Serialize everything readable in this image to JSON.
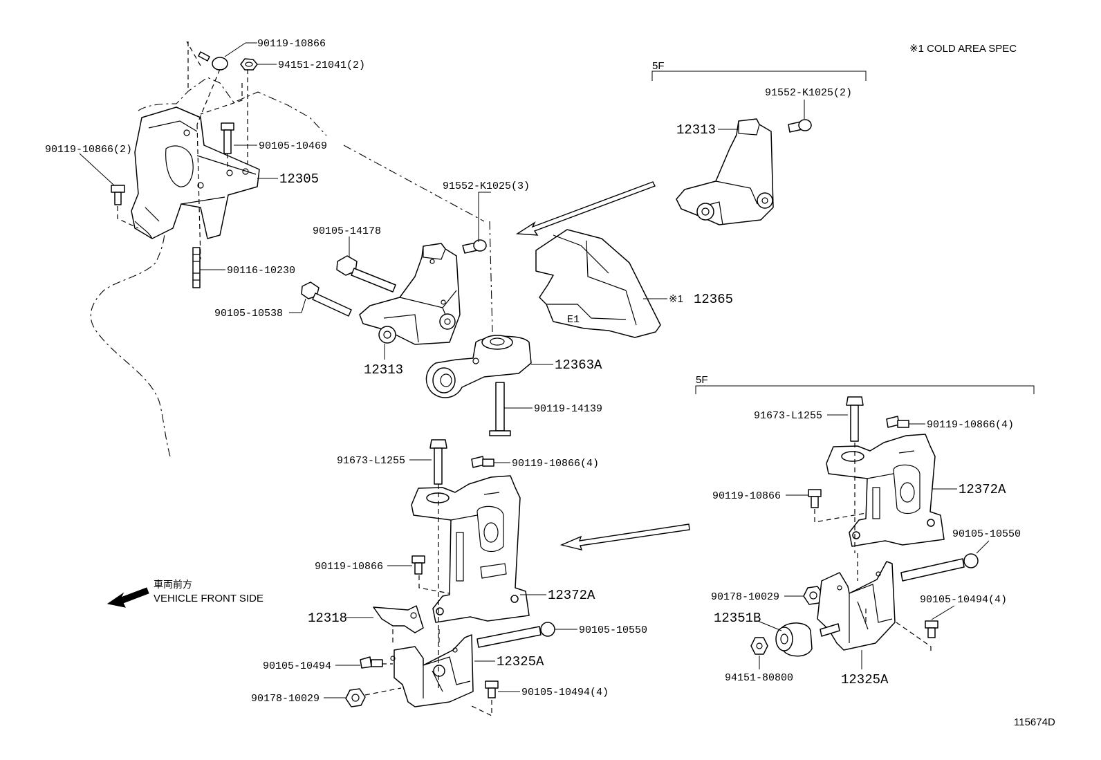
{
  "notes": {
    "cold_area": "※1  COLD AREA SPEC",
    "vehicle_front_jp": "車両前方",
    "vehicle_front_en": "VEHICLE FRONT SIDE",
    "diagram_code": "115674D",
    "bracket_5f": "5F",
    "mark_1": "※1"
  },
  "labels": {
    "p90119_10866_top": "90119-10866",
    "p94151_21041": "94151-21041(2)",
    "p90119_10866_2": "90119-10866(2)",
    "p90105_10469": "90105-10469",
    "p12305": "12305",
    "p90116_10230": "90116-10230",
    "p91552_k1025_3": "91552-K1025(3)",
    "p90105_14178": "90105-14178",
    "p90105_10538": "90105-10538",
    "p12313_mid": "12313",
    "p12363a": "12363A",
    "p90119_14139": "90119-14139",
    "p91552_k1025_2": "91552-K1025(2)",
    "p12313_right": "12313",
    "p12365": "12365",
    "p91673_l1255_mid": "91673-L1255",
    "p90119_10866_4_mid": "90119-10866(4)",
    "p90119_10866_mid": "90119-10866",
    "p12372a_mid": "12372A",
    "p12318": "12318",
    "p90105_10550_mid": "90105-10550",
    "p90105_10494_mid": "90105-10494",
    "p12325a_mid": "12325A",
    "p90178_10029_mid": "90178-10029",
    "p90105_10494_4_mid": "90105-10494(4)",
    "p91673_l1255_right": "91673-L1255",
    "p90119_10866_4_right": "90119-10866(4)",
    "p90119_10866_right": "90119-10866",
    "p12372a_right": "12372A",
    "p90105_10550_right": "90105-10550",
    "p90178_10029_right": "90178-10029",
    "p90105_10494_4_right": "90105-10494(4)",
    "p12351b": "12351B",
    "p94151_80800": "94151-80800",
    "p12325a_right": "12325A"
  }
}
